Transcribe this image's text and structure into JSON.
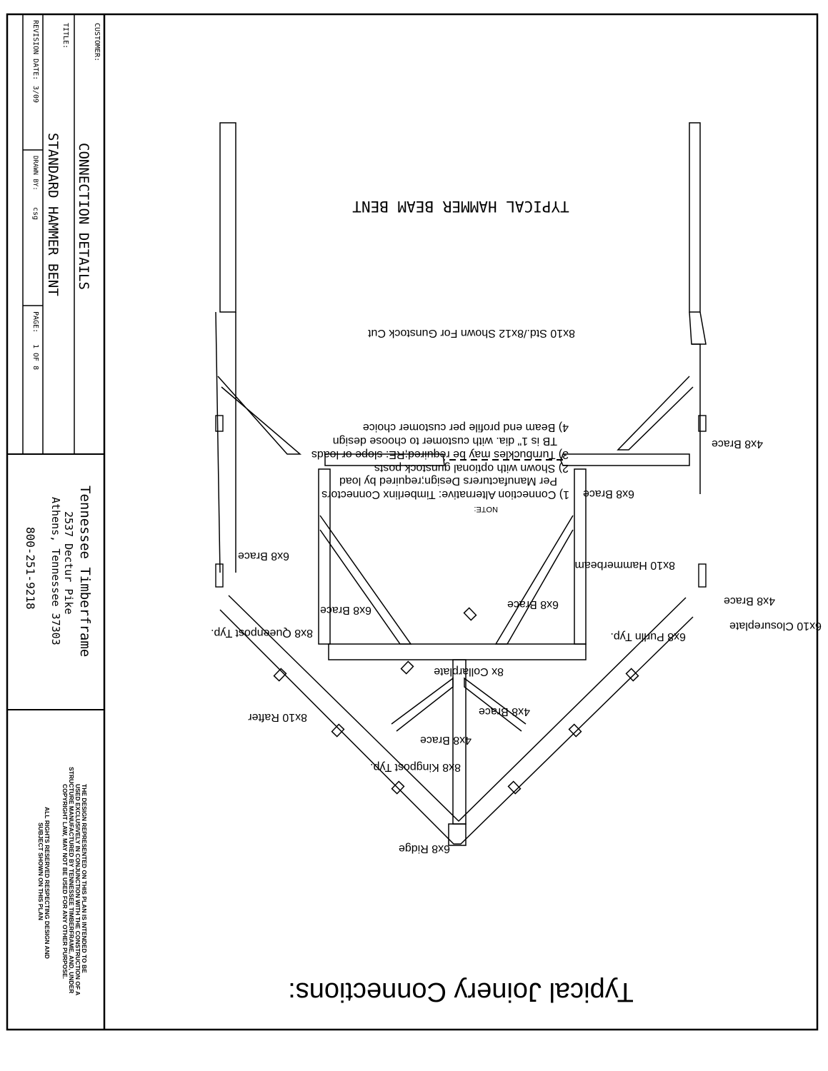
{
  "title_block": {
    "customer_label": "CUSTOMER:",
    "customer_value": "CONNECTION DETAILS",
    "title_label": "TITLE:",
    "title_value": "STANDARD HAMMER BENT",
    "revision_label": "REVISION DATE:",
    "revision_value": "3/09",
    "drawn_label": "DRAWN BY:",
    "drawn_value": "csg",
    "page_label": "PAGE:",
    "page_value": "1 OF 8"
  },
  "company": {
    "name": "Tennessee Timberframe",
    "street": "2537 Dectur Pike",
    "city": "Athens, Tennessee 37303",
    "phone": "800-251-9218"
  },
  "copyright": {
    "line1": "THE DESIGN REPRESENTED ON THIS PLAN IS INTENDED TO BE",
    "line2": "USED EXCLUSIVELY IN CONJUNCTION WITH THE CONSTRUCTION OF A",
    "line3": "STRUCTURE MANUFACTURED BY TENNESSEE TIMBERFRAME, AND, UNDER",
    "line4": "COPYRIGHT LAW, MAY NOT BE USED FOR ANY OTHER PURPOSE.",
    "line5": "ALL RIGHTS RESERVED RESPECTING DESIGN AND",
    "line6": "SUBJECT SHOWN ON THIS PLAN"
  },
  "drawing": {
    "heading": "TYPICAL HAMMER BEAM BENT",
    "footer_title": "Typical Joinery Connections:",
    "labels": {
      "post_size": "8x10 Std./8x12 Shown For Gunstock Cut",
      "brace_4x8_upper": "4x8 Brace",
      "brace_6x8_right": "6x8 Brace",
      "hammerbeam": "8x10 Hammerbeam",
      "brace_4x8_lower": "4x8 Brace",
      "closureplate": "6x10 Closureplate",
      "purlin": "6x8 Purlin Typ.",
      "brace_6x8_mid_right": "6x8 Brace",
      "collarplate": "8x Collarplate",
      "brace_4x8_king_right": "4x8 Brace",
      "brace_4x8_king_left": "4x8 Brace",
      "kingpost": "8x8 Kingpost Typ.",
      "ridge": "6x8 Ridge",
      "rafter": "8x10 Rafter",
      "queenpost": "8x8 Queenpost Typ.",
      "brace_6x8_mid_left": "6x8 Brace",
      "brace_6x8_left": "6x8 Brace"
    },
    "notes": {
      "heading": "NOTE:",
      "n1a": "1) Connection Alternative: Timberlinx Connectors",
      "n1b": "Per Manufacturers Design;required by load",
      "n2": "2) Shown with optional gunstock posts",
      "n3": "3) Turnbuckles may be required;RE: slope or loads",
      "n3b": "TB is 1\" dia. with customer to choose design",
      "n4": "4) Beam end profile per customer choice"
    }
  }
}
